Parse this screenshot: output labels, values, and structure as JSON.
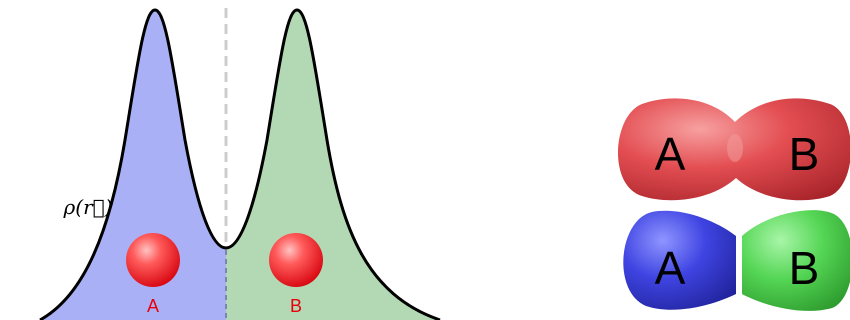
{
  "density_plot": {
    "rho_label": "ρ(r⃗)",
    "atom_a_label": "A",
    "atom_b_label": "B",
    "colors": {
      "region_a_fill": "#aab0f5",
      "region_b_fill": "#b3d9b4",
      "curve": "#000000",
      "divider": "#cccccc",
      "atom_label": "#e8000b"
    }
  },
  "molecule_models": {
    "shared_density": {
      "atom_a_label": "A",
      "atom_b_label": "B",
      "color": "#e8484f"
    },
    "partitioned_density": {
      "atom_a_label": "A",
      "atom_b_label": "B",
      "color_a": "#3a3fe0",
      "color_b": "#4ccf4c"
    }
  }
}
